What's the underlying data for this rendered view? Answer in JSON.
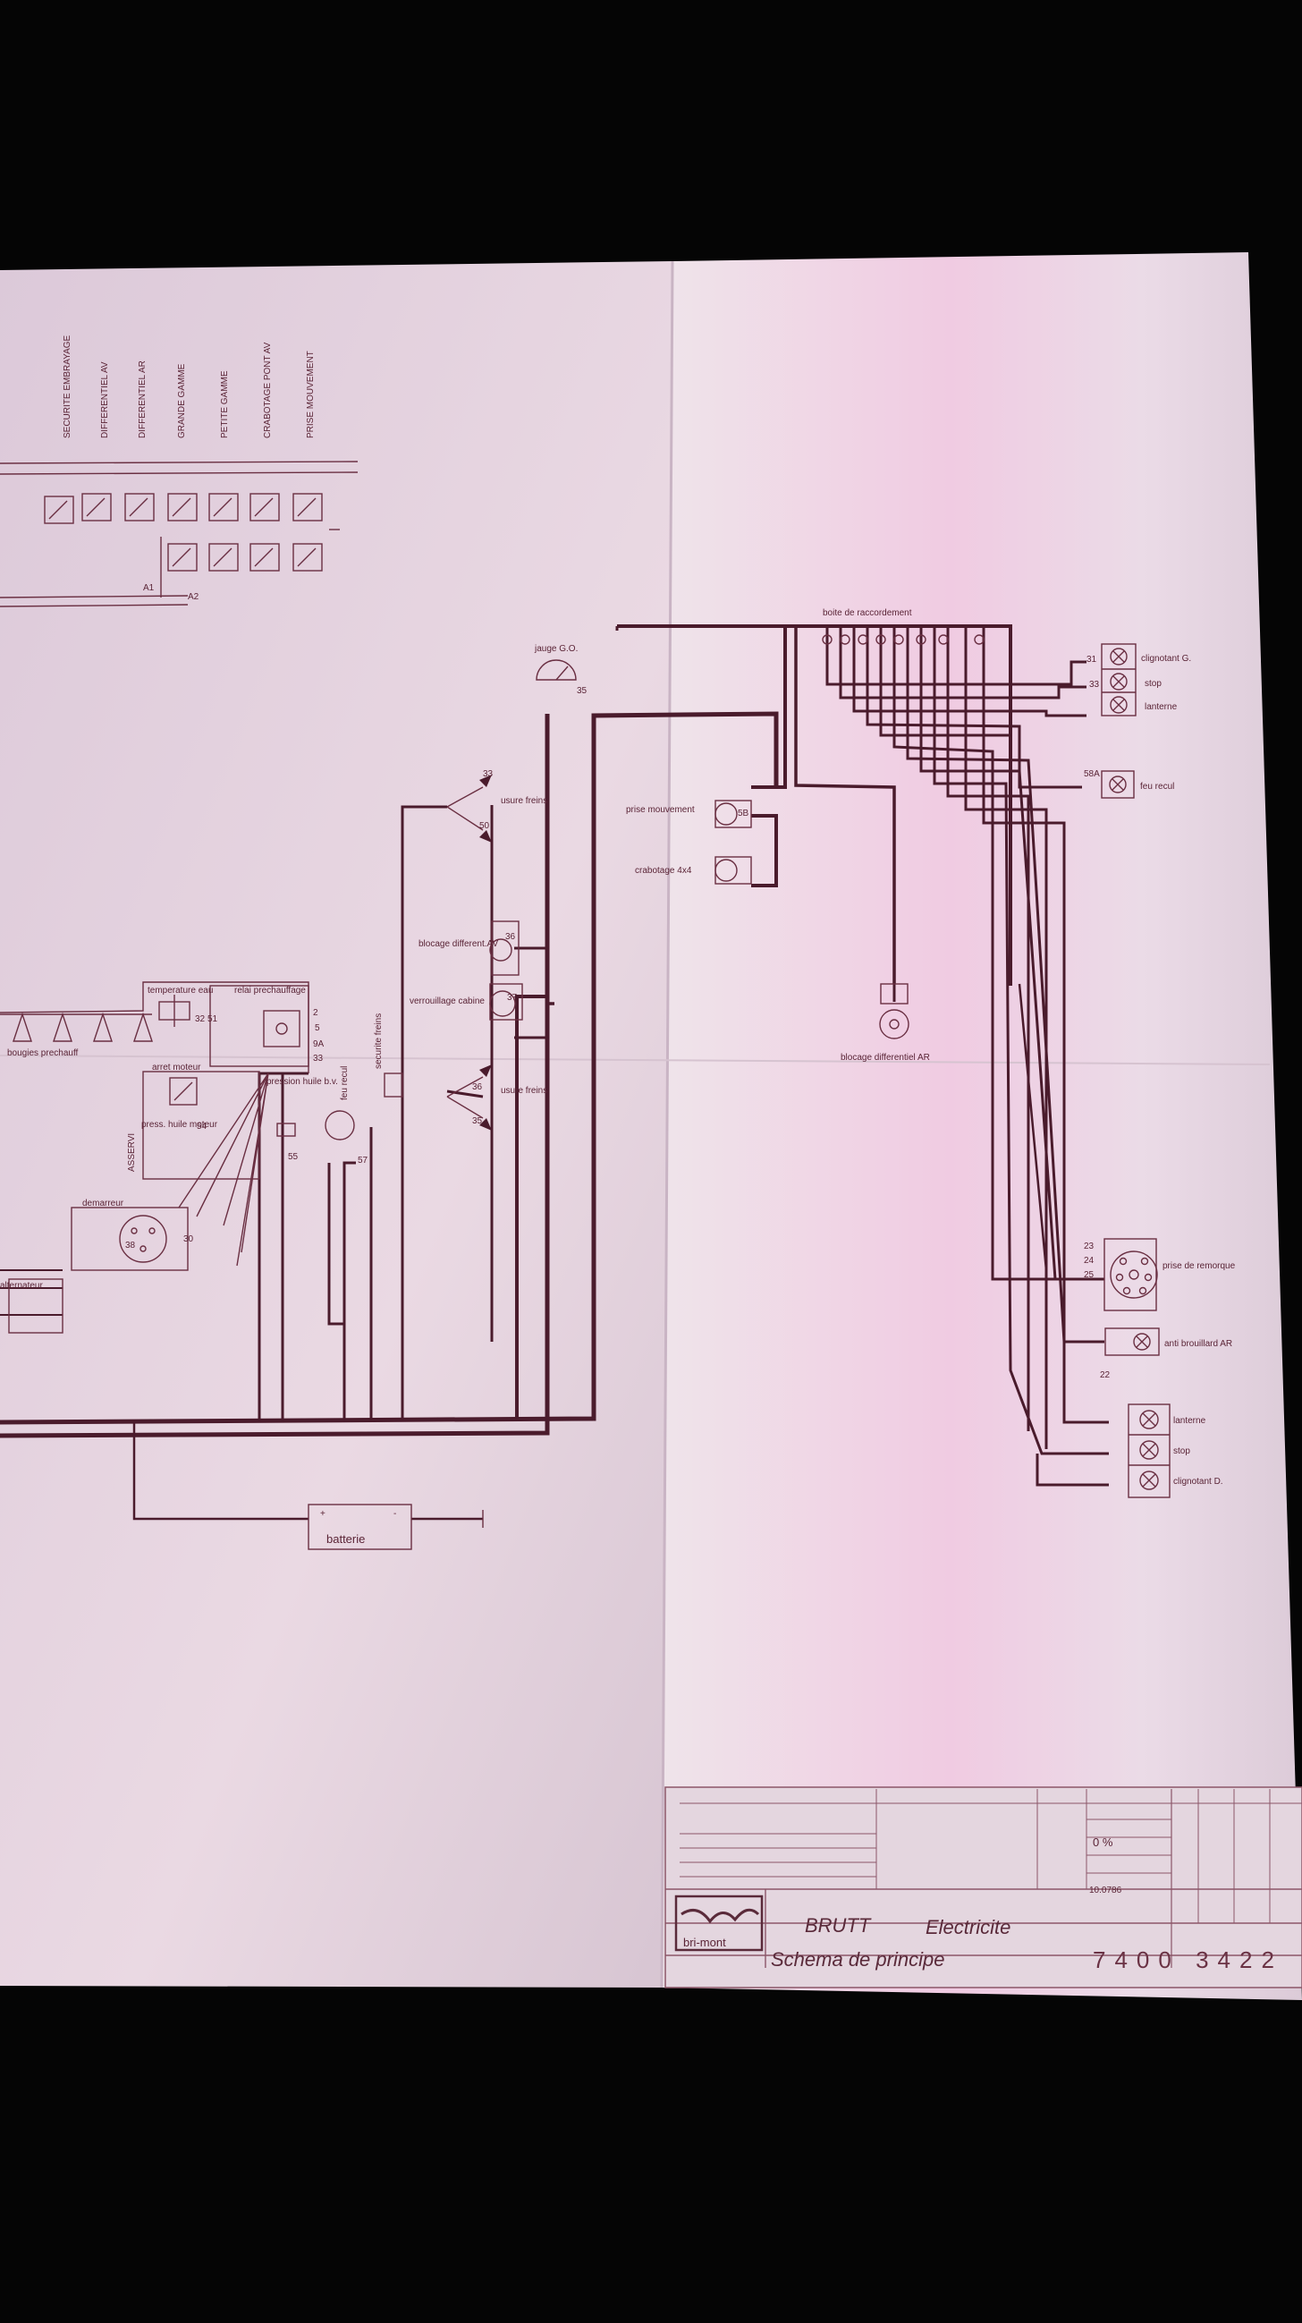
{
  "labels": {
    "relays_top": [
      "SECURITE EMBRAYAGE",
      "DIFFERENTIEL AV",
      "DIFFERENTIEL AR",
      "GRANDE GAMME",
      "PETITE GAMME",
      "CRABOTAGE PONT AV",
      "PRISE MOUVEMENT"
    ],
    "boite": "boite de raccordement",
    "jauge": "jauge G.O.",
    "usure_freins": "usure freins",
    "prise_mouvement": "prise mouvement",
    "crabotage": "crabotage 4x4",
    "blocage_av": "blocage different.AV",
    "verrouillage": "verrouillage cabine",
    "blocage_ar": "blocage differentiel AR",
    "temperature": "temperature eau",
    "relai": "relai prechauffage",
    "bougies": "bougies prechauff",
    "arret": "arret moteur",
    "press_huile": "press. huile moteur",
    "pression_bv": "pression huile b.v.",
    "feu_recul_v": "feu recul",
    "securite_freins": "securite freins",
    "asservi": "ASSERVI",
    "demarreur": "demarreur",
    "alternateur": "alternateur",
    "batterie": "batterie",
    "clignotant_top": "clignotant G.",
    "stop_top": "stop",
    "lanterne_top": "lanterne",
    "feu_recul_right": "feu recul",
    "prise_remorque": "prise de remorque",
    "anti_brouillard": "anti brouillard AR",
    "lanterne_bottom": "lanterne",
    "stop_bottom": "stop",
    "clignotant_bottom": "clignotant D.",
    "pin_codes": [
      "32",
      "51",
      "2",
      "5",
      "9A",
      "33",
      "35",
      "33",
      "50",
      "5B",
      "54",
      "57",
      "55",
      "36",
      "35",
      "36",
      "37",
      "38",
      "30",
      "31",
      "33",
      "58A",
      "22",
      "23",
      "24",
      "25",
      "A1",
      "A2"
    ]
  },
  "title_block": {
    "brand": "bri-mont",
    "product": "BRUTT",
    "subject": "Electricite",
    "drawing_title": "Schema de principe",
    "number": "7400 3422",
    "scale": "0 %",
    "date": "10.0786"
  },
  "colors": {
    "background": "#050505",
    "paper": "#ecdfe6",
    "ink": "#4a1b2c"
  }
}
